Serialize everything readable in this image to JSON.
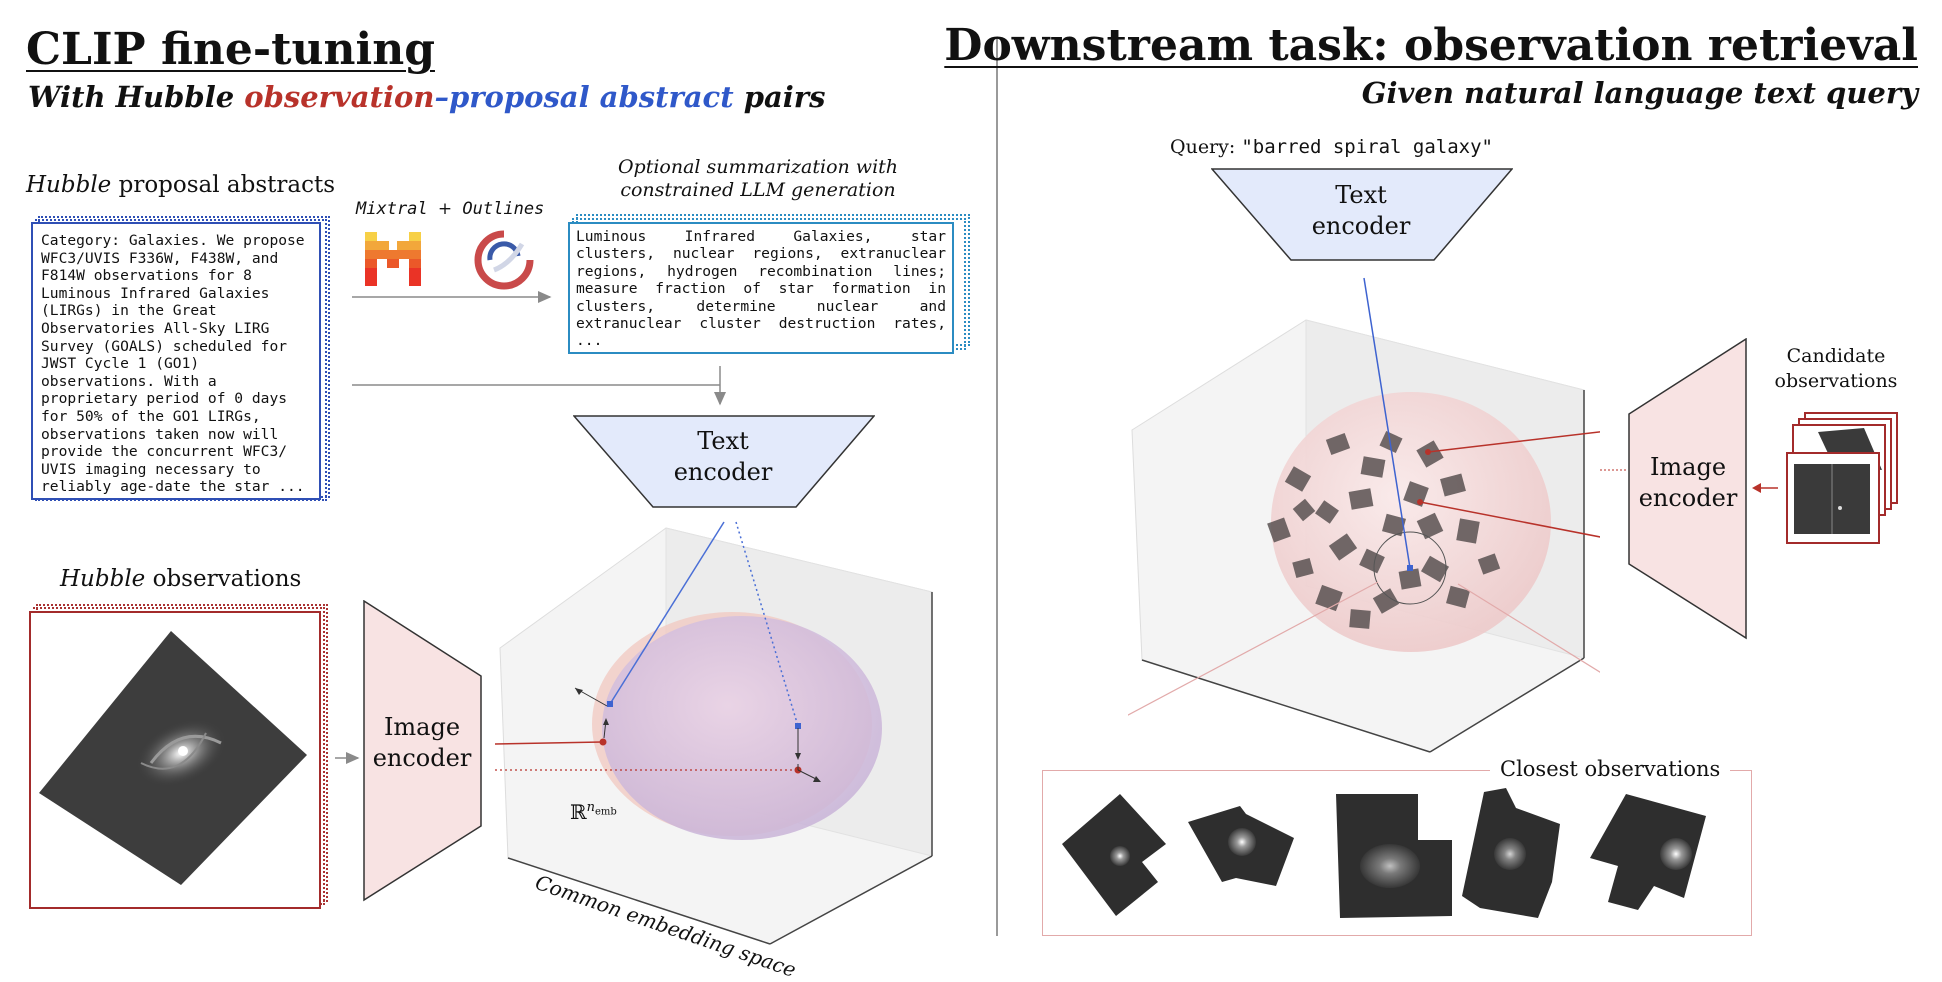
{
  "left": {
    "title": "CLIP fine-tuning",
    "subtitle": {
      "part1": "With Hubble ",
      "observation": "observation",
      "dash": "–",
      "proposal": "proposal abstract",
      "part2": " pairs"
    },
    "abstracts_label": {
      "italic": "Hubble",
      "rest": " proposal abstracts"
    },
    "abstract_text": "Category: Galaxies. We propose\nWFC3/UVIS F336W, F438W, and\nF814W observations for 8\nLuminous Infrared Galaxies\n(LIRGs) in the Great\nObservatories All-Sky LIRG\nSurvey (GOALS) scheduled for\nJWST Cycle 1 (GO1)\nobservations. With a\nproprietary period of 0 days\nfor 50% of the GO1 LIRGs,\nobservations taken now will\nprovide the concurrent WFC3/\nUVIS imaging necessary to\nreliably age-date the star ...",
    "llm_tools": {
      "mixtral": "Mixtral",
      "plus": "+",
      "outlines": "Outlines"
    },
    "summarization_note": [
      "Optional summarization with",
      "constrained LLM generation"
    ],
    "summary_lines": [
      "Luminous Infrared Galaxies, star",
      "clusters, nuclear regions, extranuclear",
      "regions, hydrogen recombination lines;",
      "measure fraction of star formation in",
      "clusters, determine nuclear and",
      "extranuclear cluster destruction rates,",
      "..."
    ],
    "text_encoder": [
      "Text",
      "encoder"
    ],
    "observations_label": {
      "italic": "Hubble",
      "rest": " observations"
    },
    "image_encoder": [
      "Image",
      "encoder"
    ],
    "space_symbol": "ℝ",
    "space_superscript": "n",
    "space_subscript": "emb",
    "space_label": "Common embedding space"
  },
  "right": {
    "title": "Downstream task: observation retrieval",
    "subtitle": "Given natural language text query",
    "query_label": "Query:",
    "query_text": "\"barred spiral galaxy\"",
    "text_encoder": [
      "Text",
      "encoder"
    ],
    "candidates_label": [
      "Candidate",
      "observations"
    ],
    "image_encoder": [
      "Image",
      "encoder"
    ],
    "closest_label": "Closest observations"
  },
  "colors": {
    "red": "#b8322a",
    "blue": "#2f58c9",
    "encoder_text_fill": "#e3eafb",
    "encoder_image_fill": "#f8e3e3",
    "divider": "#9a9a9a"
  }
}
